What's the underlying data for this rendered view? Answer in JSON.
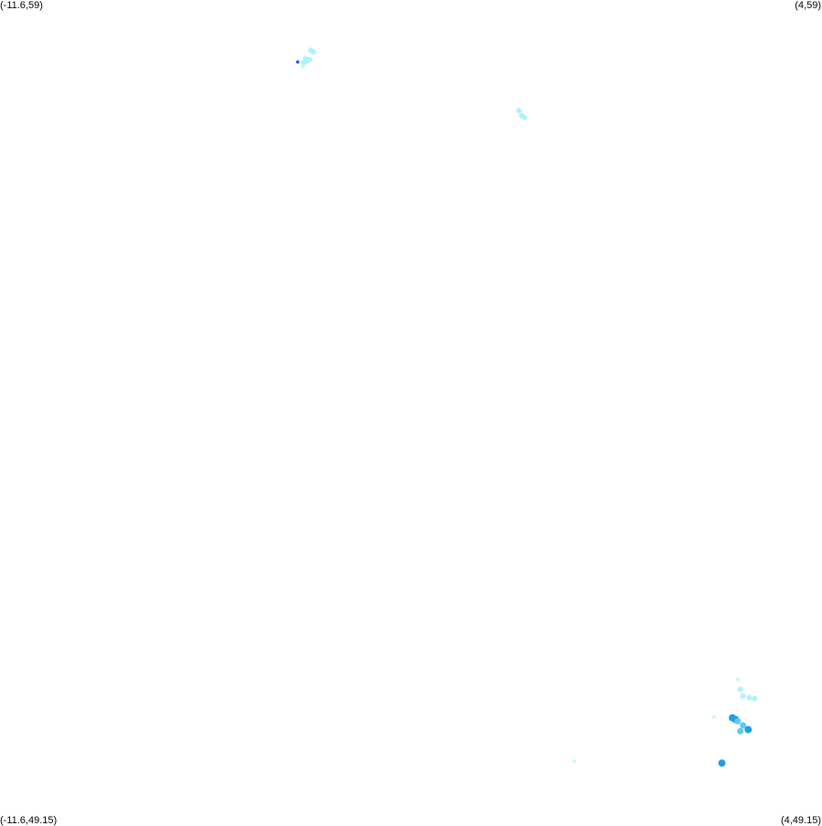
{
  "corners": {
    "top_left": "(-11.6,59)",
    "top_right": "(4,59)",
    "bottom_left": "(-11.6,49.15)",
    "bottom_right": "(4,49.15)"
  },
  "bounds": {
    "lon_min": -11.6,
    "lon_max": 4,
    "lat_min": 49.15,
    "lat_max": 59
  },
  "colors": {
    "light": "#aef2fb",
    "pale": "#c8f6fc",
    "medium": "#5ec8f0",
    "strong": "#1ea0e6",
    "deep": "#1460e6"
  },
  "precip_cells": [
    {
      "lon": -5.7,
      "lat": 58.4,
      "level": "light"
    },
    {
      "lon": -5.65,
      "lat": 58.38,
      "level": "light"
    },
    {
      "lon": -5.8,
      "lat": 58.3,
      "level": "light"
    },
    {
      "lon": -5.78,
      "lat": 58.27,
      "level": "light"
    },
    {
      "lon": -5.73,
      "lat": 58.29,
      "level": "light"
    },
    {
      "lon": -5.84,
      "lat": 58.25,
      "level": "light"
    },
    {
      "lon": -5.86,
      "lat": 58.21,
      "level": "pale"
    },
    {
      "lon": -5.95,
      "lat": 58.26,
      "level": "deep"
    },
    {
      "lon": -1.75,
      "lat": 57.68,
      "level": "light"
    },
    {
      "lon": -1.7,
      "lat": 57.62,
      "level": "light"
    },
    {
      "lon": -1.65,
      "lat": 57.6,
      "level": "light"
    },
    {
      "lon": 2.4,
      "lat": 50.9,
      "level": "pale"
    },
    {
      "lon": 2.45,
      "lat": 50.78,
      "level": "light"
    },
    {
      "lon": 2.5,
      "lat": 50.7,
      "level": "light"
    },
    {
      "lon": 2.62,
      "lat": 50.68,
      "level": "light"
    },
    {
      "lon": 2.72,
      "lat": 50.67,
      "level": "light"
    },
    {
      "lon": 2.3,
      "lat": 50.44,
      "level": "strong"
    },
    {
      "lon": 2.36,
      "lat": 50.42,
      "level": "strong"
    },
    {
      "lon": 2.4,
      "lat": 50.4,
      "level": "medium"
    },
    {
      "lon": 2.5,
      "lat": 50.35,
      "level": "medium"
    },
    {
      "lon": 2.6,
      "lat": 50.3,
      "level": "strong"
    },
    {
      "lon": 2.45,
      "lat": 50.28,
      "level": "medium"
    },
    {
      "lon": 1.95,
      "lat": 50.45,
      "level": "pale"
    },
    {
      "lon": 2.1,
      "lat": 49.9,
      "level": "strong"
    },
    {
      "lon": -0.7,
      "lat": 49.92,
      "level": "pale"
    }
  ]
}
